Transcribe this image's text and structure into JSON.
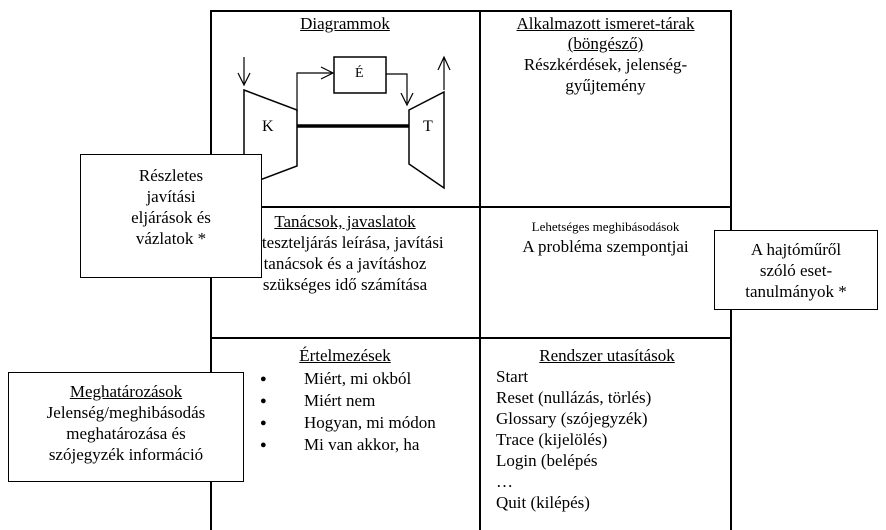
{
  "diagrams": {
    "title": "Diagrammok",
    "labels": {
      "compressor": "K",
      "exchanger": "É",
      "turbine": "T"
    }
  },
  "knowledge_base": {
    "title_line1": "Alkalmazott ismeret-tárak",
    "title_line2": "(böngésző)",
    "body_line1": "Részkérdések, jelenség-",
    "body_line2": "gyűjtemény"
  },
  "advice": {
    "title": "Tanácsok, javaslatok",
    "line1": "A teszteljárás leírása, javítási",
    "line2": "tanácsok és a javításhoz",
    "line3": "szükséges idő számítása"
  },
  "failures": {
    "title": "Lehetséges meghibásodások",
    "body": "A probléma szempontjai"
  },
  "interpretations": {
    "title": "Értelmezések",
    "items": [
      "Miért, mi okból",
      "Miért nem",
      "Hogyan, mi módon",
      "Mi van akkor, ha"
    ]
  },
  "system_commands": {
    "title": "Rendszer utasítások",
    "items": [
      "Start",
      "Reset (nullázás, törlés)",
      "Glossary (szójegyzék)",
      "Trace (kijelölés)",
      "Login (belépés",
      "…",
      "Quit (kilépés)"
    ]
  },
  "side_left_top": {
    "lines": [
      "Részletes",
      "javítási",
      "eljárások és",
      "vázlatok *"
    ]
  },
  "side_right": {
    "lines": [
      "A hajtóműről",
      "szóló eset-",
      "tanulmányok *"
    ]
  },
  "side_left_bottom": {
    "title": "Meghatározások",
    "lines": [
      "Jelenség/meghibásodás",
      "meghatározása és",
      "szójegyzék információ"
    ]
  }
}
